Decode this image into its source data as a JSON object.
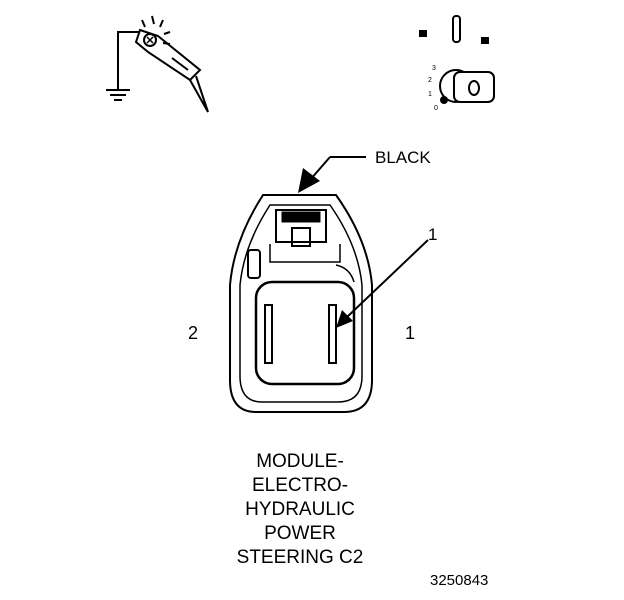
{
  "labels": {
    "wire_color": "BLACK",
    "callout": "1",
    "pin_left": "2",
    "pin_right": "1",
    "key_scale": [
      "3",
      "2",
      "1",
      "0"
    ]
  },
  "caption": [
    "MODULE-",
    "ELECTRO-",
    "HYDRAULIC",
    "POWER",
    "STEERING C2"
  ],
  "figure_number": "3250843",
  "icons": [
    "test-light-probe-icon",
    "ground-symbol-icon",
    "ignition-key-icon",
    "ignition-switch-icon"
  ],
  "colors": {
    "ink": "#000000",
    "background": "#ffffff"
  }
}
